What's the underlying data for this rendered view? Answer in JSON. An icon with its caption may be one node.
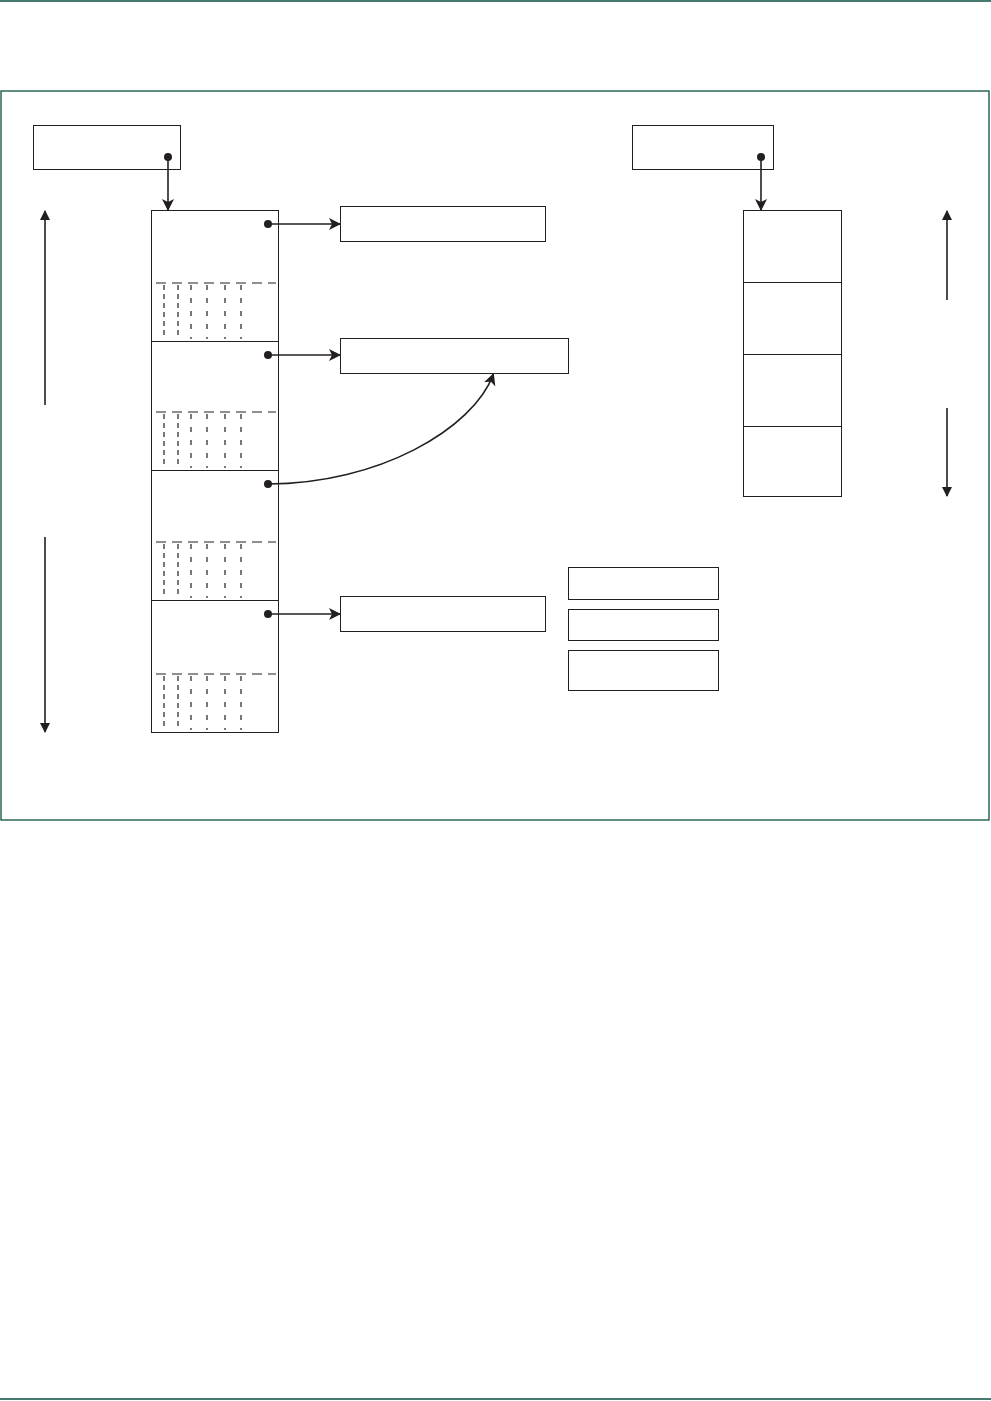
{
  "diagram": {
    "nodes": [
      {
        "text": [],
        "shape": "box"
      },
      {
        "text": [],
        "shape": "box"
      },
      {
        "text": [],
        "shape": "box"
      },
      {
        "text": [],
        "shape": "box"
      },
      {
        "text": [],
        "shape": "box"
      },
      {
        "text": [],
        "shape": "box"
      },
      {
        "text": [],
        "shape": "box"
      },
      {
        "text": [],
        "shape": "box"
      },
      {
        "text": [],
        "shape": "box"
      },
      {
        "text": [],
        "shape": "box"
      },
      {
        "text": [],
        "shape": "box"
      },
      {
        "text": [],
        "shape": "box"
      },
      {
        "text": [],
        "shape": "box"
      },
      {
        "text": [],
        "shape": "box"
      },
      {
        "text": [],
        "shape": "box"
      },
      {
        "text": [],
        "shape": "box"
      }
    ],
    "edges": [
      {
        "from": 0,
        "to": 2,
        "arrow": "to"
      },
      {
        "from": 1,
        "to": 9,
        "arrow": "to"
      },
      {
        "from": 2,
        "to": 6,
        "arrow": "to"
      },
      {
        "from": 3,
        "to": 7,
        "arrow": "to"
      },
      {
        "from": 4,
        "to": 7,
        "arrow": "to"
      },
      {
        "from": 5,
        "to": 8,
        "arrow": "to"
      }
    ]
  }
}
